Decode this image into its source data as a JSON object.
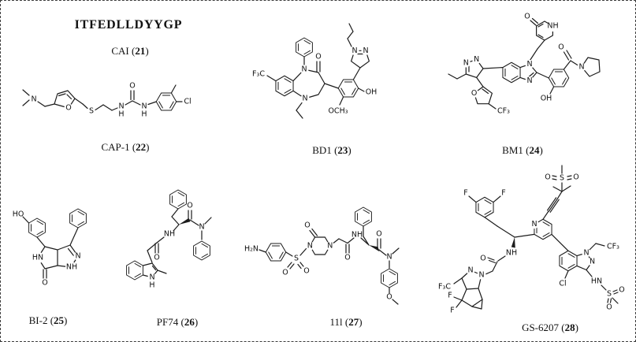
{
  "colors": {
    "ink": "#1b1b1b",
    "background": "#ffffff"
  },
  "figure": {
    "peptide_sequence": "ITFEDLLDYYGP",
    "captions": {
      "cai": {
        "pre": "CAI (",
        "num": "21",
        "post": ")"
      },
      "cap1": {
        "pre": "CAP-1 (",
        "num": "22",
        "post": ")"
      },
      "bd1": {
        "pre": "BD1 (",
        "num": "23",
        "post": ")"
      },
      "bm1": {
        "pre": "BM1 (",
        "num": "24",
        "post": ")"
      },
      "bi2": {
        "pre": "BI-2 (",
        "num": "25",
        "post": ")"
      },
      "pf74": {
        "pre": "PF74 (",
        "num": "26",
        "post": ")"
      },
      "l11": {
        "pre": "11l (",
        "num": "27",
        "post": ")"
      },
      "gs6207": {
        "pre": "GS-6207 (",
        "num": "28",
        "post": ")"
      }
    },
    "atoms": {
      "cap1": {
        "n_amine": "N",
        "o_furan": "O",
        "s": "S",
        "n1": "N",
        "h1": "H",
        "o_carbonyl": "O",
        "n2": "N",
        "h2": "H",
        "cl": "Cl"
      },
      "bd1": {
        "f3c": "F₃C",
        "n1": "N",
        "o_carbonyl": "O",
        "n5": "N",
        "pz_n1": "N",
        "pz_n2": "N",
        "oh": "OH",
        "och3": "OCH₃"
      },
      "bm1": {
        "o_pyridinone": "O",
        "nh_pyridinone": "NH",
        "n1": "N",
        "n3": "N",
        "o_amide": "O",
        "n_pyrrolidine": "N",
        "oh": "OH",
        "pz_n1": "N",
        "pz_n2": "N",
        "o_furan": "O",
        "cf3": "CF₃"
      },
      "bi2": {
        "ho": "HO",
        "hn": "HN",
        "n": "N",
        "nh": "NH",
        "o": "O"
      },
      "pf74": {
        "o_amide_left": "O",
        "nh": "NH",
        "n_indole": "N",
        "h_indole": "H",
        "o_amide_right": "O",
        "n_amide": "N"
      },
      "l11": {
        "h2n": "H₂N",
        "s": "S",
        "o_s_left": "O",
        "o_s_right": "O",
        "n_pip_left": "N",
        "o_lactam": "O",
        "n_pip_right": "N",
        "o_amide1": "O",
        "nh": "NH",
        "o_amide2": "O",
        "n_amide": "N",
        "o_methoxy": "O"
      },
      "gs6207": {
        "o_sulfone_left": "O",
        "s_sulfone": "S",
        "o_sulfone_right": "O",
        "f_aryl_left": "F",
        "f_aryl_right": "F",
        "n_pyridine": "N",
        "nh_amide": "NH",
        "o_amide": "O",
        "pz_n1": "N",
        "pz_n2": "N",
        "f3c": "F₃C",
        "f_gem1": "F",
        "f_gem2": "F",
        "ind_n1": "N",
        "ind_n2": "N",
        "cf3": "CF₃",
        "cl": "Cl",
        "hn_sulfonamide": "HN",
        "s_sulfonamide": "S",
        "o_sa1": "O",
        "o_sa2": "O"
      }
    }
  }
}
